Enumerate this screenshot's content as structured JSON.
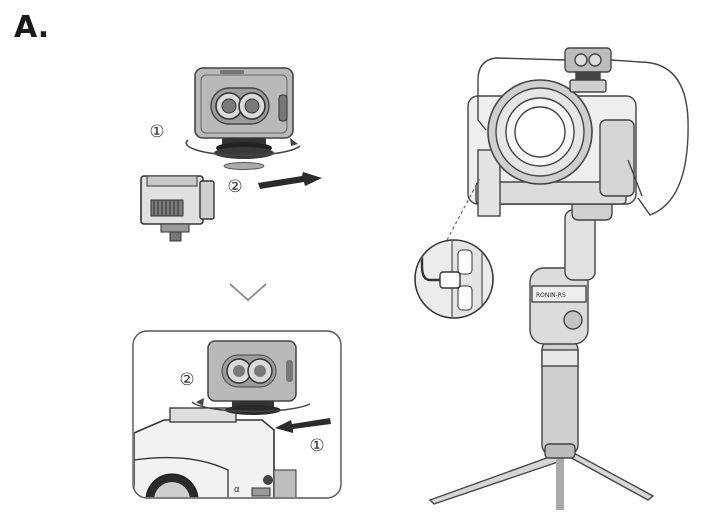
{
  "figure_label": "A.",
  "panel_top": {
    "steps": [
      "①",
      "②"
    ]
  },
  "panel_bottom": {
    "steps": [
      "②",
      "①"
    ]
  },
  "gimbal": {
    "brand_text": "RONIN-RS"
  },
  "icons": [
    "microphone-receiver-icon",
    "cold-shoe-adapter-icon",
    "camera-icon",
    "gimbal-icon",
    "usb-c-cable-icon",
    "chevron-down-icon"
  ]
}
